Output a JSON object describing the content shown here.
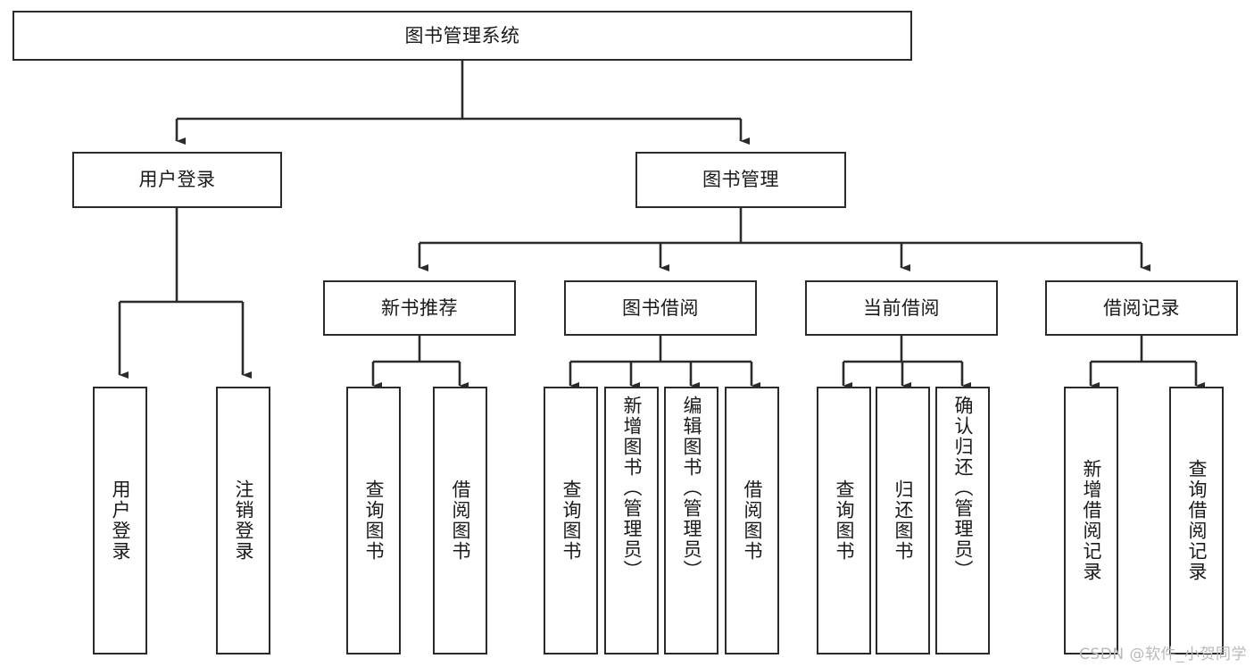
{
  "diagram": {
    "type": "tree-hierarchy",
    "title": "图书管理系统",
    "stroke_color": "#2b2b2b",
    "box_fill": "#ffffff",
    "text_color": "#1a1a1a",
    "watermark": "CSDN @软件_小贺同学",
    "nodes": {
      "root": {
        "label": "图书管理系统"
      },
      "level2": [
        {
          "id": "user-login",
          "label": "用户登录"
        },
        {
          "id": "book-management",
          "label": "图书管理"
        }
      ],
      "level3": [
        {
          "id": "new-book-recommend",
          "label": "新书推荐"
        },
        {
          "id": "book-borrow",
          "label": "图书借阅"
        },
        {
          "id": "current-borrow",
          "label": "当前借阅"
        },
        {
          "id": "borrow-record",
          "label": "借阅记录"
        }
      ],
      "leaves": {
        "user-login": [
          {
            "id": "leaf-user-login",
            "label": "用户登录"
          },
          {
            "id": "leaf-logout-login",
            "label": "注销登录"
          }
        ],
        "new-book-recommend": [
          {
            "id": "leaf-query-book-1",
            "label": "查询图书"
          },
          {
            "id": "leaf-borrow-book-1",
            "label": "借阅图书"
          }
        ],
        "book-borrow": [
          {
            "id": "leaf-query-book-2",
            "label": "查询图书"
          },
          {
            "id": "leaf-add-book-admin",
            "label": "新增图书（管理员）"
          },
          {
            "id": "leaf-edit-book-admin",
            "label": "编辑图书（管理员）"
          },
          {
            "id": "leaf-borrow-book-2",
            "label": "借阅图书"
          }
        ],
        "current-borrow": [
          {
            "id": "leaf-query-book-3",
            "label": "查询图书"
          },
          {
            "id": "leaf-return-book",
            "label": "归还图书"
          },
          {
            "id": "leaf-confirm-return-admin",
            "label": "确认归还（管理员）"
          }
        ],
        "borrow-record": [
          {
            "id": "leaf-add-borrow-record",
            "label": "新增借阅记录"
          },
          {
            "id": "leaf-query-borrow-record",
            "label": "查询借阅记录"
          }
        ]
      }
    }
  }
}
